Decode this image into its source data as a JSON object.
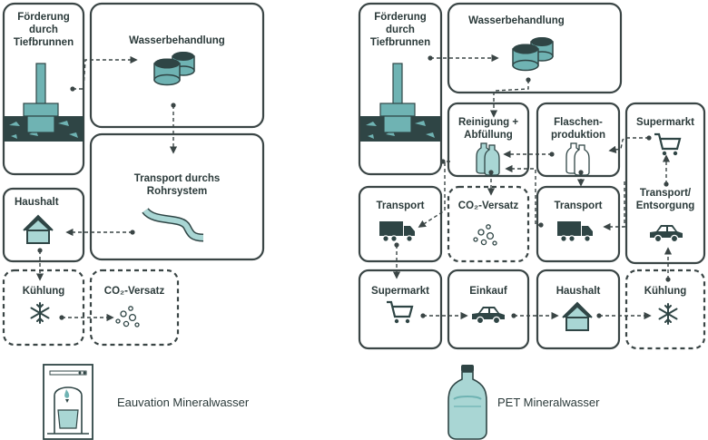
{
  "left": {
    "foerderung": "Förderung\ndurch\nTiefbrunnen",
    "wasserbehandlung": "Wasserbehandlung",
    "transport_rohr": "Transport durchs\nRohrsystem",
    "haushalt": "Haushalt",
    "kuehlung": "Kühlung",
    "co2": "CO₂-Versatz",
    "caption": "Eauvation Mineralwasser"
  },
  "right": {
    "foerderung": "Förderung\ndurch\nTiefbrunnen",
    "wasserbehandlung": "Wasserbehandlung",
    "reinigung": "Reinigung +\nAbfüllung",
    "flaschen": "Flaschen-\nproduktion",
    "supermarkt_top": "Supermarkt",
    "transport_left": "Transport",
    "co2": "CO₂-Versatz",
    "transport_mid": "Transport",
    "transport_entsorgung": "Transport/\nEntsorgung",
    "supermarkt_bottom": "Supermarkt",
    "einkauf": "Einkauf",
    "haushalt": "Haushalt",
    "kuehlung": "Kühlung",
    "caption": "PET Mineralwasser"
  },
  "colors": {
    "teal": "#6fb3b3",
    "teal_light": "#a9d6d4",
    "dark": "#2f4545",
    "stroke": "#3a4545"
  },
  "icons": [
    "well-icon",
    "tank-icon",
    "pipe-icon",
    "house-icon",
    "snowflake-icon",
    "bubbles-icon",
    "dispenser-icon",
    "bottle-icon",
    "cart-icon",
    "truck-icon",
    "car-icon"
  ]
}
